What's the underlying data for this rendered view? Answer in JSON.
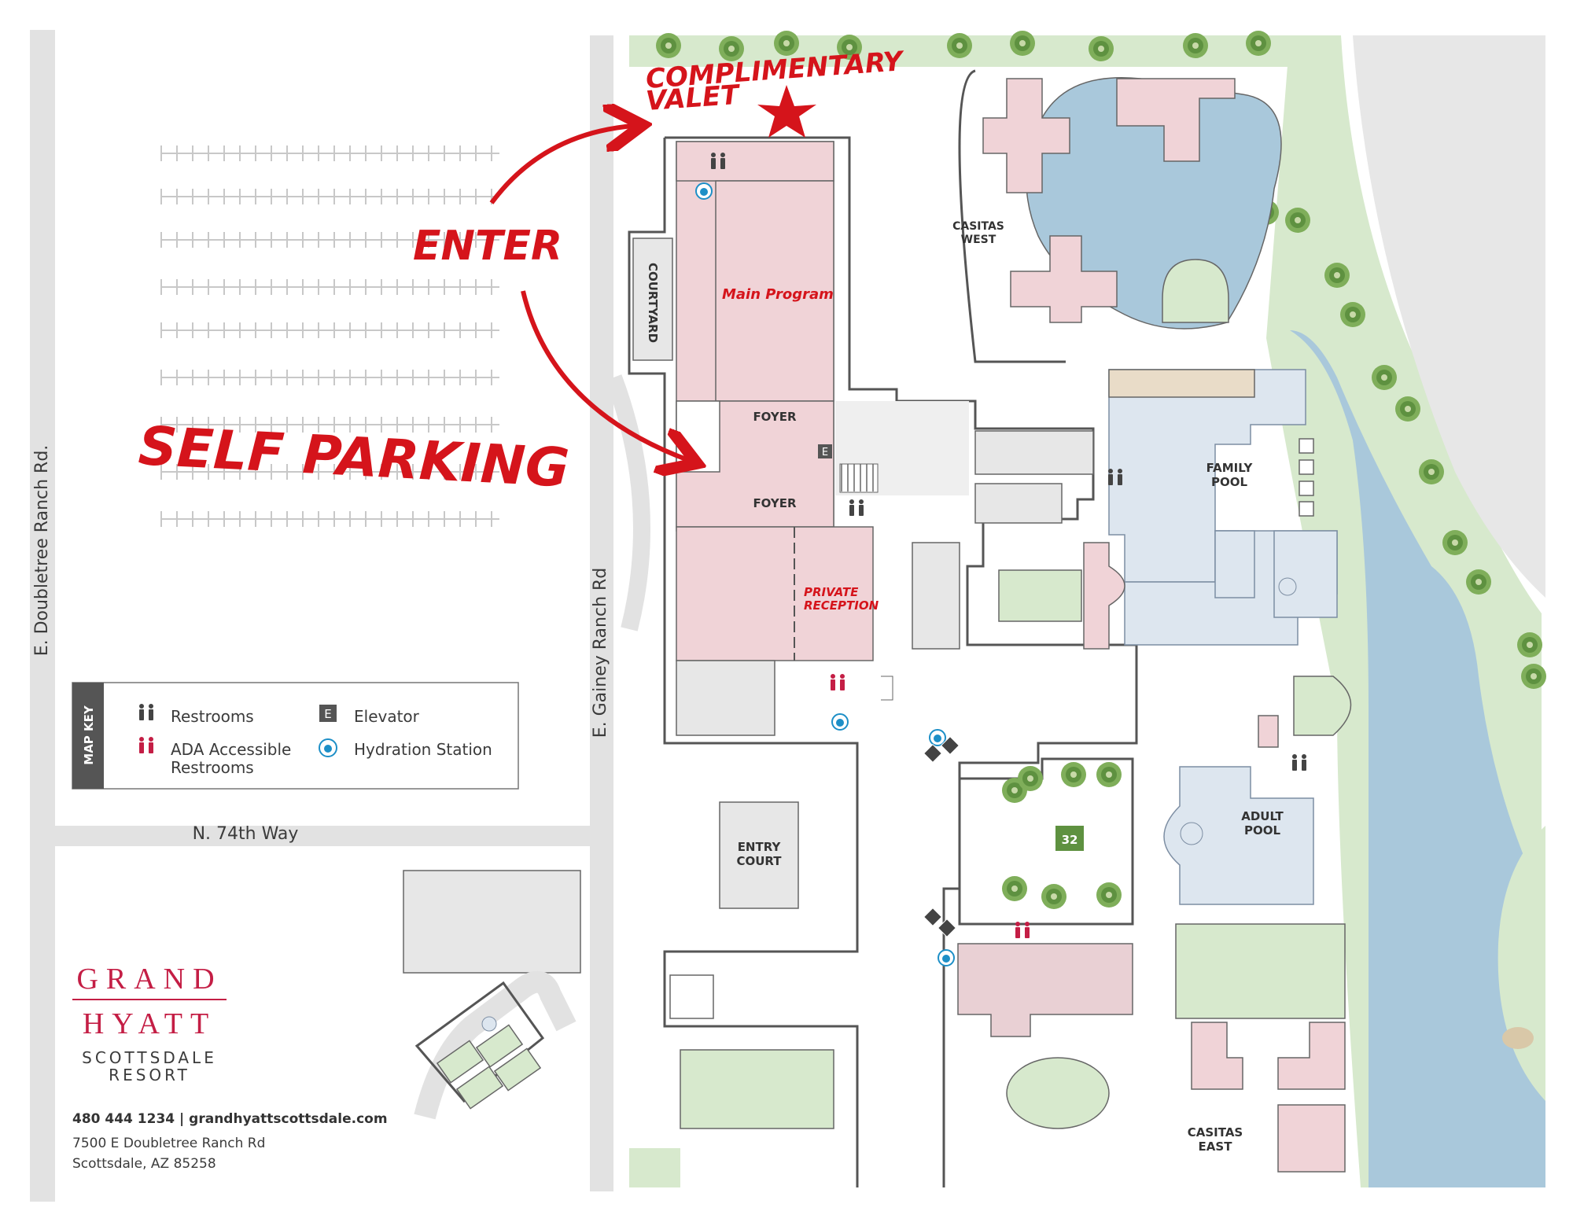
{
  "annotations": {
    "valet": [
      "COMPLIMENTARY",
      "VALET"
    ],
    "enter": "ENTER",
    "self_parking": "SELF PARKING",
    "main_program": "Main Program",
    "private_reception": [
      "PRIVATE",
      "RECEPTION"
    ]
  },
  "streets": {
    "doubletree": "E. Doubletree Ranch Rd.",
    "gainey": "E. Gainey Ranch Rd",
    "way74": "N. 74th Way"
  },
  "places": {
    "courtyard": "COURTYARD",
    "foyer_top": "FOYER",
    "foyer_bottom": "FOYER",
    "casitas_west": [
      "CASITAS",
      "WEST"
    ],
    "family_pool": [
      "FAMILY",
      "POOL"
    ],
    "adult_pool": [
      "ADULT",
      "POOL"
    ],
    "entry_court": [
      "ENTRY",
      "COURT"
    ],
    "casitas_east": [
      "CASITAS",
      "EAST"
    ],
    "lot_32": "32"
  },
  "map_key": {
    "title": "MAP KEY",
    "items": [
      {
        "icon": "restroom-icon",
        "label": "Restrooms"
      },
      {
        "icon": "elevator-icon",
        "label": "Elevator"
      },
      {
        "icon": "ada-restroom-icon",
        "label": [
          "ADA Accessible",
          "Restrooms"
        ]
      },
      {
        "icon": "hydration-station-icon",
        "label": "Hydration Station"
      }
    ],
    "elevator_letter": "E"
  },
  "brand": {
    "line1": "GRAND",
    "line2": "HYATT",
    "line3": "SCOTTSDALE",
    "line4": "RESORT",
    "contact": "480 444 1234 | grandhyattscottsdale.com",
    "address1": "7500 E Doubletree Ranch Rd",
    "address2": "Scottsdale, AZ 85258"
  },
  "colors": {
    "annotation_red": "#d5141b",
    "brand": "#c41e45",
    "water": "#a9c8db",
    "lawn": "#d7e9cd",
    "building": "#f0d3d7",
    "pool_deck": "#dde6ef"
  }
}
